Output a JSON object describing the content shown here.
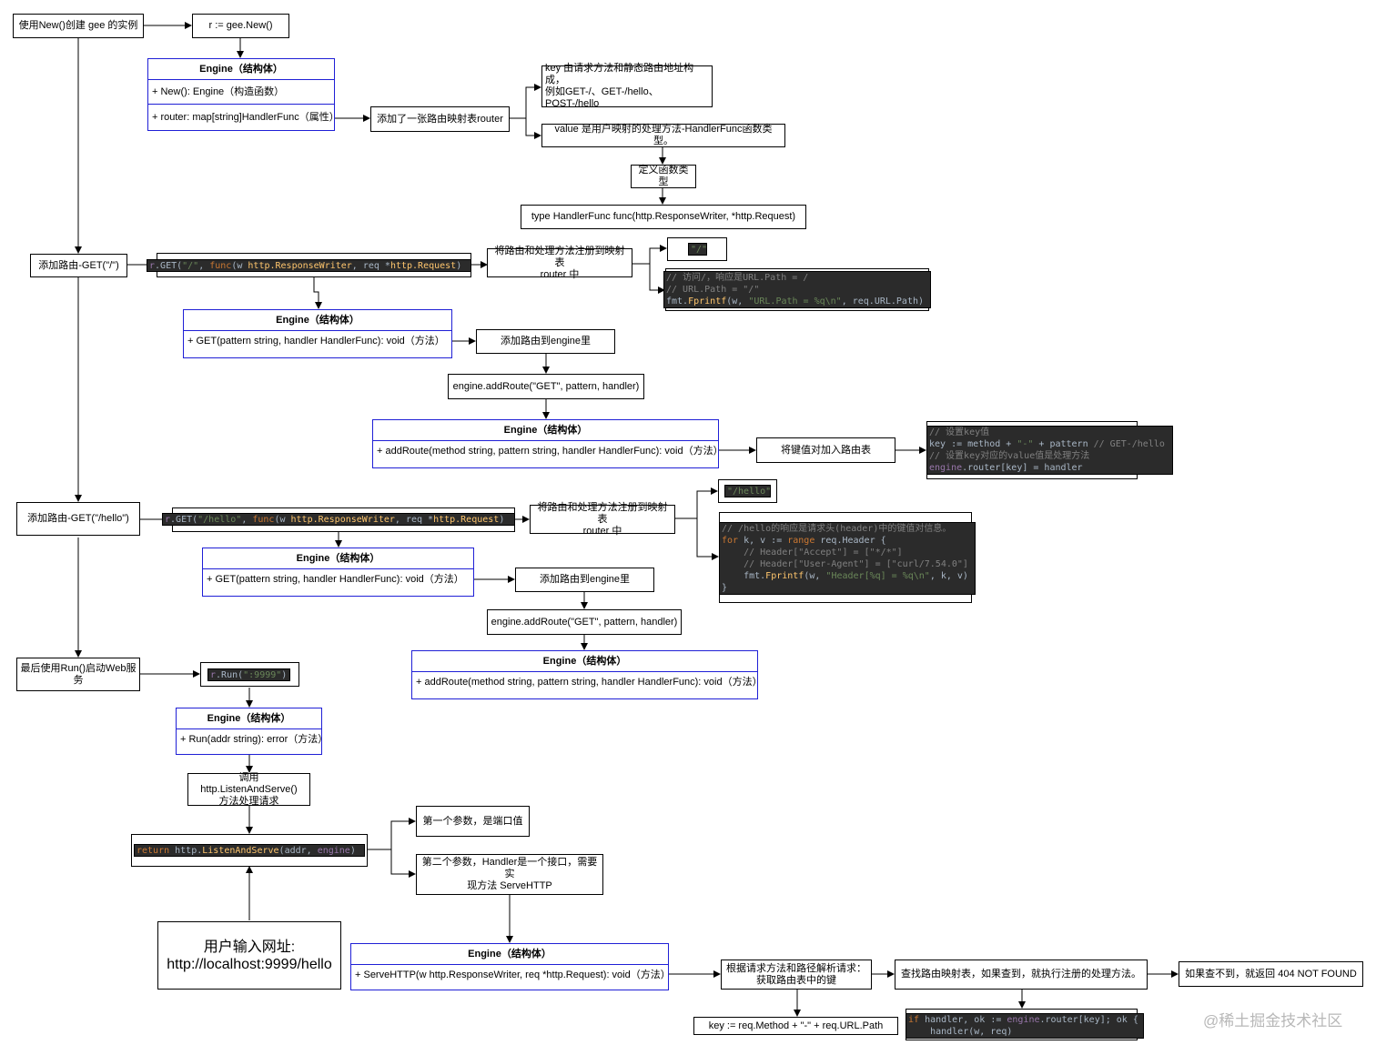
{
  "nodes": {
    "n_new": "使用New()创建 gee 的实例",
    "n_rnew": "r := gee.New()",
    "n_router_add": "添加了一张路由映射表router",
    "n_key": "key 由请求方法和静态路由地址构成，\n例如GET-/、GET-/hello、POST-/hello",
    "n_value": "value 是用户映射的处理方法-HandlerFunc函数类型。",
    "n_deftype": "定义函数类型",
    "n_typedef": "type HandlerFunc func(http.ResponseWriter, *http.Request)",
    "n_get_root": "添加路由-GET(\"/\")",
    "n_reg1": "将路由和处理方法注册到映射表\nrouter 中",
    "n_add1": "添加路由到engine里",
    "n_addroute1": "engine.addRoute(\"GET\", pattern, handler)",
    "n_kv": "将键值对加入路由表",
    "n_get_hello": "添加路由-GET(\"/hello\")",
    "n_reg2": "将路由和处理方法注册到映射表\nrouter 中",
    "n_add2": "添加路由到engine里",
    "n_addroute2": "engine.addRoute(\"GET\", pattern, handler)",
    "n_run": "最后使用Run()启动Web服\n务",
    "n_listen": "调用http.ListenAndServe()\n方法处理请求",
    "n_p1": "第一个参数，是端口值",
    "n_p2": "第二个参数，Handler是一个接口，需要实\n现方法 ServeHTTP",
    "n_user": "用户输入网址:\nhttp://localhost:9999/hello",
    "n_parse": "根据请求方法和路径解析请求：\n获取路由表中的键",
    "n_lookup": "查找路由映射表，如果查到，就执行注册的处理方法。",
    "n_404": "如果查不到，就返回 404 NOT FOUND",
    "n_keyexpr": "key := req.Method + \"-\" + req.URL.Path"
  },
  "uml": {
    "title": "Engine（结构体）",
    "u1_r1": "+ New(): Engine（构造函数）",
    "u1_r2": "+ router: map[string]HandlerFunc（属性）",
    "u2_r1": "+ GET(pattern string, handler HandlerFunc): void（方法）",
    "u3_r1": "+ addRoute(method string, pattern string, handler HandlerFunc): void（方法）",
    "u4_r1": "+ GET(pattern string, handler HandlerFunc): void（方法）",
    "u5_r1": "+ addRoute(method string, pattern string, handler HandlerFunc): void（方法）",
    "u6_r1": "+ Run(addr string): error（方法）",
    "u7_r1": "+ ServeHTTP(w http.ResponseWriter, req *http.Request): void（方法）"
  },
  "code": {
    "c_get1_a": "r",
    "c_get1_b": ".GET(",
    "c_get1_c": "\"/\"",
    "c_get1_d": ", ",
    "c_get1_e": "func",
    "c_get1_f": "(w ",
    "c_get1_g": "http.ResponseWriter",
    "c_get1_h": ", req *",
    "c_get1_i": "http.Request",
    "c_get1_j": ")",
    "c_slash": "\"/\"",
    "c_h1_l1": "// 访问/，响应是URL.Path = /",
    "c_h1_l2": "// URL.Path = \"/\"",
    "c_h1_l3a": "fmt.",
    "c_h1_l3b": "Fprintf",
    "c_h1_l3c": "(w, ",
    "c_h1_l3d": "\"URL.Path = %q\\n\"",
    "c_h1_l3e": ", req.URL.Path)",
    "c_kv_l1": "// 设置key值",
    "c_kv_l2a": "key := method + ",
    "c_kv_l2b": "\"-\"",
    "c_kv_l2c": " + pattern ",
    "c_kv_l2d": "// GET-/hello",
    "c_kv_l3": "// 设置key对应的value值是处理方法",
    "c_kv_l4a": "engine",
    "c_kv_l4b": ".router[key] = handler",
    "c_get2_a": "r",
    "c_get2_b": ".GET(",
    "c_get2_c": "\"/hello\"",
    "c_get2_d": ", ",
    "c_get2_e": "func",
    "c_get2_f": "(w ",
    "c_get2_g": "http.ResponseWriter",
    "c_get2_h": ", req *",
    "c_get2_i": "http.Request",
    "c_get2_j": ")",
    "c_hello": "\"/hello\"",
    "c_h2_l1": "// /hello的响应是请求头(header)中的键值对信息。",
    "c_h2_l2a": "for",
    "c_h2_l2b": " k, v := ",
    "c_h2_l2c": "range",
    "c_h2_l2d": " req.Header {",
    "c_h2_l3": "    // Header[\"Accept\"] = [\"*/*\"]",
    "c_h2_l4": "    // Header[\"User-Agent\"] = [\"curl/7.54.0\"]",
    "c_h2_l5a": "    fmt.",
    "c_h2_l5b": "Fprintf",
    "c_h2_l5c": "(w, ",
    "c_h2_l5d": "\"Header[%q] = %q\\n\"",
    "c_h2_l5e": ", k, v)",
    "c_h2_l6": "}",
    "c_run_a": "r",
    "c_run_b": ".Run(",
    "c_run_c": "\":9999\"",
    "c_run_d": ")",
    "c_ret_a": "return",
    "c_ret_b": " http.",
    "c_ret_c": "ListenAndServe",
    "c_ret_d": "(addr, ",
    "c_ret_e": "engine",
    "c_ret_f": ")",
    "c_if_l1a": "if",
    "c_if_l1b": " handler, ok := ",
    "c_if_l1c": "engine",
    "c_if_l1d": ".router[key]; ok {",
    "c_if_l2": "    handler(w, req)"
  },
  "watermark": "@稀土掘金技术社区"
}
